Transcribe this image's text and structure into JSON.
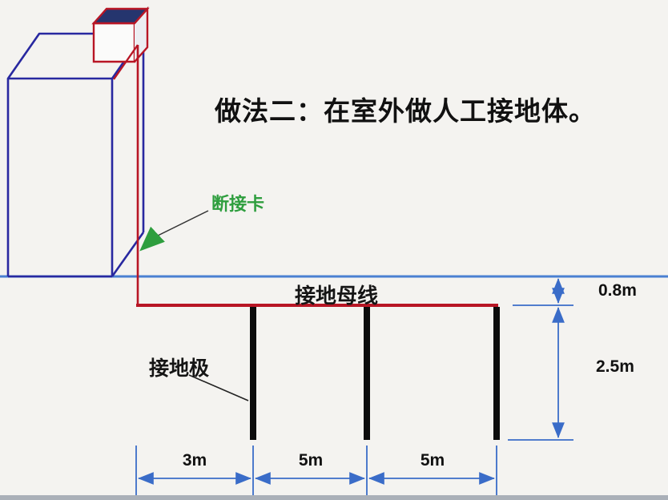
{
  "title": "做法二：在室外做人工接地体。",
  "annotations": {
    "disconnect_link": "断接卡",
    "grounding_bus": "接地母线",
    "grounding_electrode": "接地极"
  },
  "dimensions": {
    "bus_depth": "0.8m",
    "electrode_length": "2.5m",
    "spacings": [
      "3m",
      "5m",
      "5m"
    ]
  },
  "colors": {
    "background": "#f4f3f0",
    "building_outline_blue": "#2828a0",
    "conductor_red": "#b81625",
    "ground_line_blue": "#4a80d2",
    "electrode_black": "#0c0c0c",
    "dimension_blue": "#3a6cc8",
    "annotation_green": "#2e9e3e",
    "text_black": "#151515"
  }
}
